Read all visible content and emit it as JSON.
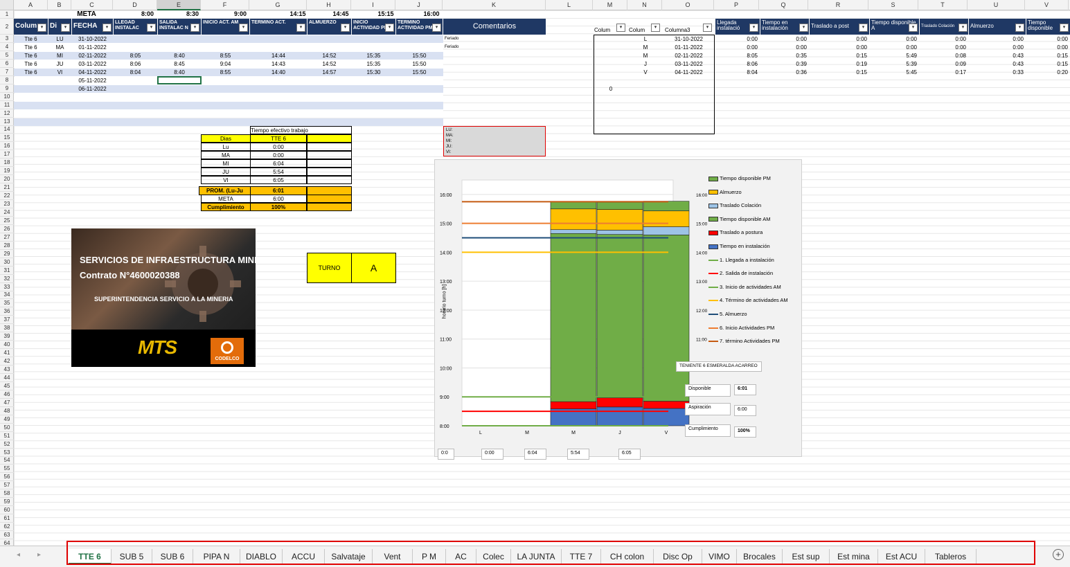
{
  "columns": [
    "A",
    "B",
    "C",
    "D",
    "E",
    "F",
    "G",
    "H",
    "I",
    "J",
    "K",
    "L",
    "M",
    "N",
    "O",
    "P",
    "Q",
    "R",
    "S",
    "T",
    "U",
    "V"
  ],
  "row1": {
    "meta": "META",
    "t1": "8:00",
    "t2": "8:30",
    "t3": "9:00",
    "t4": "14:15",
    "t5": "14:45",
    "t6": "15:15",
    "t7": "16:00"
  },
  "headers": {
    "colA": "Colum",
    "colB": "Di",
    "colC": "FECHA",
    "colD": "LLEGAD INSTALAC",
    "colE": "SALIDA INSTALAC N",
    "colF": "INICIO ACT. AM",
    "colG": "TERMINO ACT.",
    "colH": "ALMUERZO",
    "colI": "INICIO ACTIVIDAD PM",
    "colJ": "TERMINO ACTIVIDAD PM",
    "colK": "Comentarios",
    "colM": "Colum",
    "colN": "Colum",
    "colO": "Columna3",
    "colP": "Llegada instalació",
    "colQ": "Tiempo en instalación",
    "colR": "Traslado a post",
    "colS": "Tiempo disponible A",
    "colT": "Traslado Colación",
    "colU": "Almuerzo",
    "colV": "Tiempo disponible"
  },
  "rows": [
    {
      "a": "Tte 6",
      "b": "LU",
      "c": "31-10-2022",
      "d": "",
      "e": "",
      "f": "",
      "g": "",
      "h": "",
      "i": "",
      "j": "",
      "k": "Feriado",
      "n": "L",
      "o": "31-10-2022",
      "p": "0:00",
      "q": "0:00",
      "r": "0:00",
      "s": "0:00",
      "t": "0:00",
      "u": "0:00",
      "v": "0:00"
    },
    {
      "a": "Tte 6",
      "b": "MA",
      "c": "01-11-2022",
      "d": "",
      "e": "",
      "f": "",
      "g": "",
      "h": "",
      "i": "",
      "j": "",
      "k": "Feriado",
      "n": "M",
      "o": "01-11-2022",
      "p": "0:00",
      "q": "0:00",
      "r": "0:00",
      "s": "0:00",
      "t": "0:00",
      "u": "0:00",
      "v": "0:00"
    },
    {
      "a": "Tte 6",
      "b": "MI",
      "c": "02-11-2022",
      "d": "8:05",
      "e": "8:40",
      "f": "8:55",
      "g": "14:44",
      "h": "14:52",
      "i": "15:35",
      "j": "15:50",
      "k": "",
      "n": "M",
      "o": "02-11-2022",
      "p": "8:05",
      "q": "0:35",
      "r": "0:15",
      "s": "5:49",
      "t": "0:08",
      "u": "0:43",
      "v": "0:15"
    },
    {
      "a": "Tte 6",
      "b": "JU",
      "c": "03-11-2022",
      "d": "8:06",
      "e": "8:45",
      "f": "9:04",
      "g": "14:43",
      "h": "14:52",
      "i": "15:35",
      "j": "15:50",
      "k": "",
      "n": "J",
      "o": "03-11-2022",
      "p": "8:06",
      "q": "0:39",
      "r": "0:19",
      "s": "5:39",
      "t": "0:09",
      "u": "0:43",
      "v": "0:15"
    },
    {
      "a": "Tte 6",
      "b": "VI",
      "c": "04-11-2022",
      "d": "8:04",
      "e": "8:40",
      "f": "8:55",
      "g": "14:40",
      "h": "14:57",
      "i": "15:30",
      "j": "15:50",
      "k": "",
      "n": "V",
      "o": "04-11-2022",
      "p": "8:04",
      "q": "0:36",
      "r": "0:15",
      "s": "5:45",
      "t": "0:17",
      "u": "0:33",
      "v": "0:20"
    },
    {
      "a": "",
      "b": "",
      "c": "05-11-2022"
    },
    {
      "a": "",
      "b": "",
      "c": "06-11-2022",
      "m": "0"
    }
  ],
  "effective": {
    "title": "Tiempo efectivo trabajo",
    "dias_label": "Dias",
    "tte_label": "TTE 6",
    "days": [
      {
        "d": "Lu",
        "v": "0:00"
      },
      {
        "d": "MA",
        "v": "0:00"
      },
      {
        "d": "MI",
        "v": "6:04"
      },
      {
        "d": "JU",
        "v": "5:54"
      },
      {
        "d": "VI",
        "v": "6:05"
      }
    ],
    "prom_label": "PROM. (Lu-Ju",
    "prom": "6:01",
    "meta_label": "META",
    "meta": "6:00",
    "cump_label": "Cumplimiento",
    "cump": "100%"
  },
  "comments_box": [
    "LU:",
    "MA:",
    "MI:",
    "JU:",
    "VI:"
  ],
  "logo": {
    "line1": "SERVICIOS DE INFRAESTRUCTURA MINERIA",
    "line2": "Contrato N°4600020388",
    "line3": "SUPERINTENDENCIA SERVICIO A LA MINERIA",
    "brand": "MTS",
    "codelco": "CODELCO"
  },
  "turno": {
    "label": "TURNO",
    "value": "A"
  },
  "chart_data": {
    "type": "bar",
    "categories": [
      "L",
      "M",
      "M",
      "J",
      "V"
    ],
    "ylabel": "horario turno [h]",
    "ylim": [
      8,
      16.5
    ],
    "yticks": [
      "8:00",
      "9:00",
      "10:00",
      "11:00",
      "12:00",
      "13:00",
      "14:00",
      "15:00",
      "16:00"
    ],
    "right_ticks": [
      "16:00",
      "15:00",
      "14:00",
      "13:00",
      "12:00",
      "11:00"
    ],
    "series": [
      {
        "name": "Tiempo en instalación",
        "color": "#4472c4",
        "values": [
          0,
          0,
          0.583,
          0.65,
          0.6
        ]
      },
      {
        "name": "Traslado a postura",
        "color": "#ff0000",
        "values": [
          0,
          0,
          0.25,
          0.317,
          0.25
        ]
      },
      {
        "name": "Tiempo disponible AM",
        "color": "#70ad47",
        "values": [
          0,
          0,
          5.817,
          5.65,
          5.75
        ]
      },
      {
        "name": "Traslado Colación",
        "color": "#9dc3e6",
        "values": [
          0,
          0,
          0.133,
          0.15,
          0.283
        ]
      },
      {
        "name": "Almuerzo",
        "color": "#ffc000",
        "values": [
          0,
          0,
          0.717,
          0.717,
          0.55
        ]
      },
      {
        "name": "Tiempo disponible PM",
        "color": "#70ad47",
        "values": [
          0,
          0,
          0.25,
          0.25,
          0.333
        ]
      }
    ],
    "lines": [
      {
        "name": "1. Llegada a instalación",
        "color": "#70ad47",
        "y": 8
      },
      {
        "name": "2. Salida de instalación",
        "color": "#ff0000",
        "y": 8.5
      },
      {
        "name": "3. Inicio de actividades AM",
        "color": "#70ad47",
        "y": 9
      },
      {
        "name": "4. Término de actividades AM",
        "color": "#ffc000",
        "y": 14
      },
      {
        "name": "5. Almuerzo",
        "color": "#1f4e79",
        "y": 14.5
      },
      {
        "name": "6. Inicio Actividades PM",
        "color": "#ed7d31",
        "y": 15
      },
      {
        "name": "7. término Actividades PM",
        "color": "#c55a11",
        "y": 15.75
      }
    ],
    "bottom_values": [
      "0:0",
      "0:00",
      "6:04",
      "5:54",
      "6:05"
    ],
    "title_box": "TENIENTE 6 ESMERALDA ACARREO",
    "disponible_label": "Disponible",
    "disponible": "6:01",
    "aspiracion_label": "Aspiración",
    "aspiracion": "6:00",
    "cumplimiento_label": "Cumplimiento",
    "cumplimiento": "100%"
  },
  "tabs": [
    "TTE 6",
    "SUB 5",
    "SUB 6",
    "PIPA N",
    "DIABLO",
    "ACCU",
    "Salvataje",
    "Vent",
    "P M",
    "AC",
    "Colec",
    "LA JUNTA",
    "TTE 7",
    "CH colon",
    "Disc Op",
    "VIMO",
    "Brocales",
    "Est sup",
    "Est mina",
    "Est ACU",
    "Tableros"
  ],
  "active_tab": "TTE 6"
}
